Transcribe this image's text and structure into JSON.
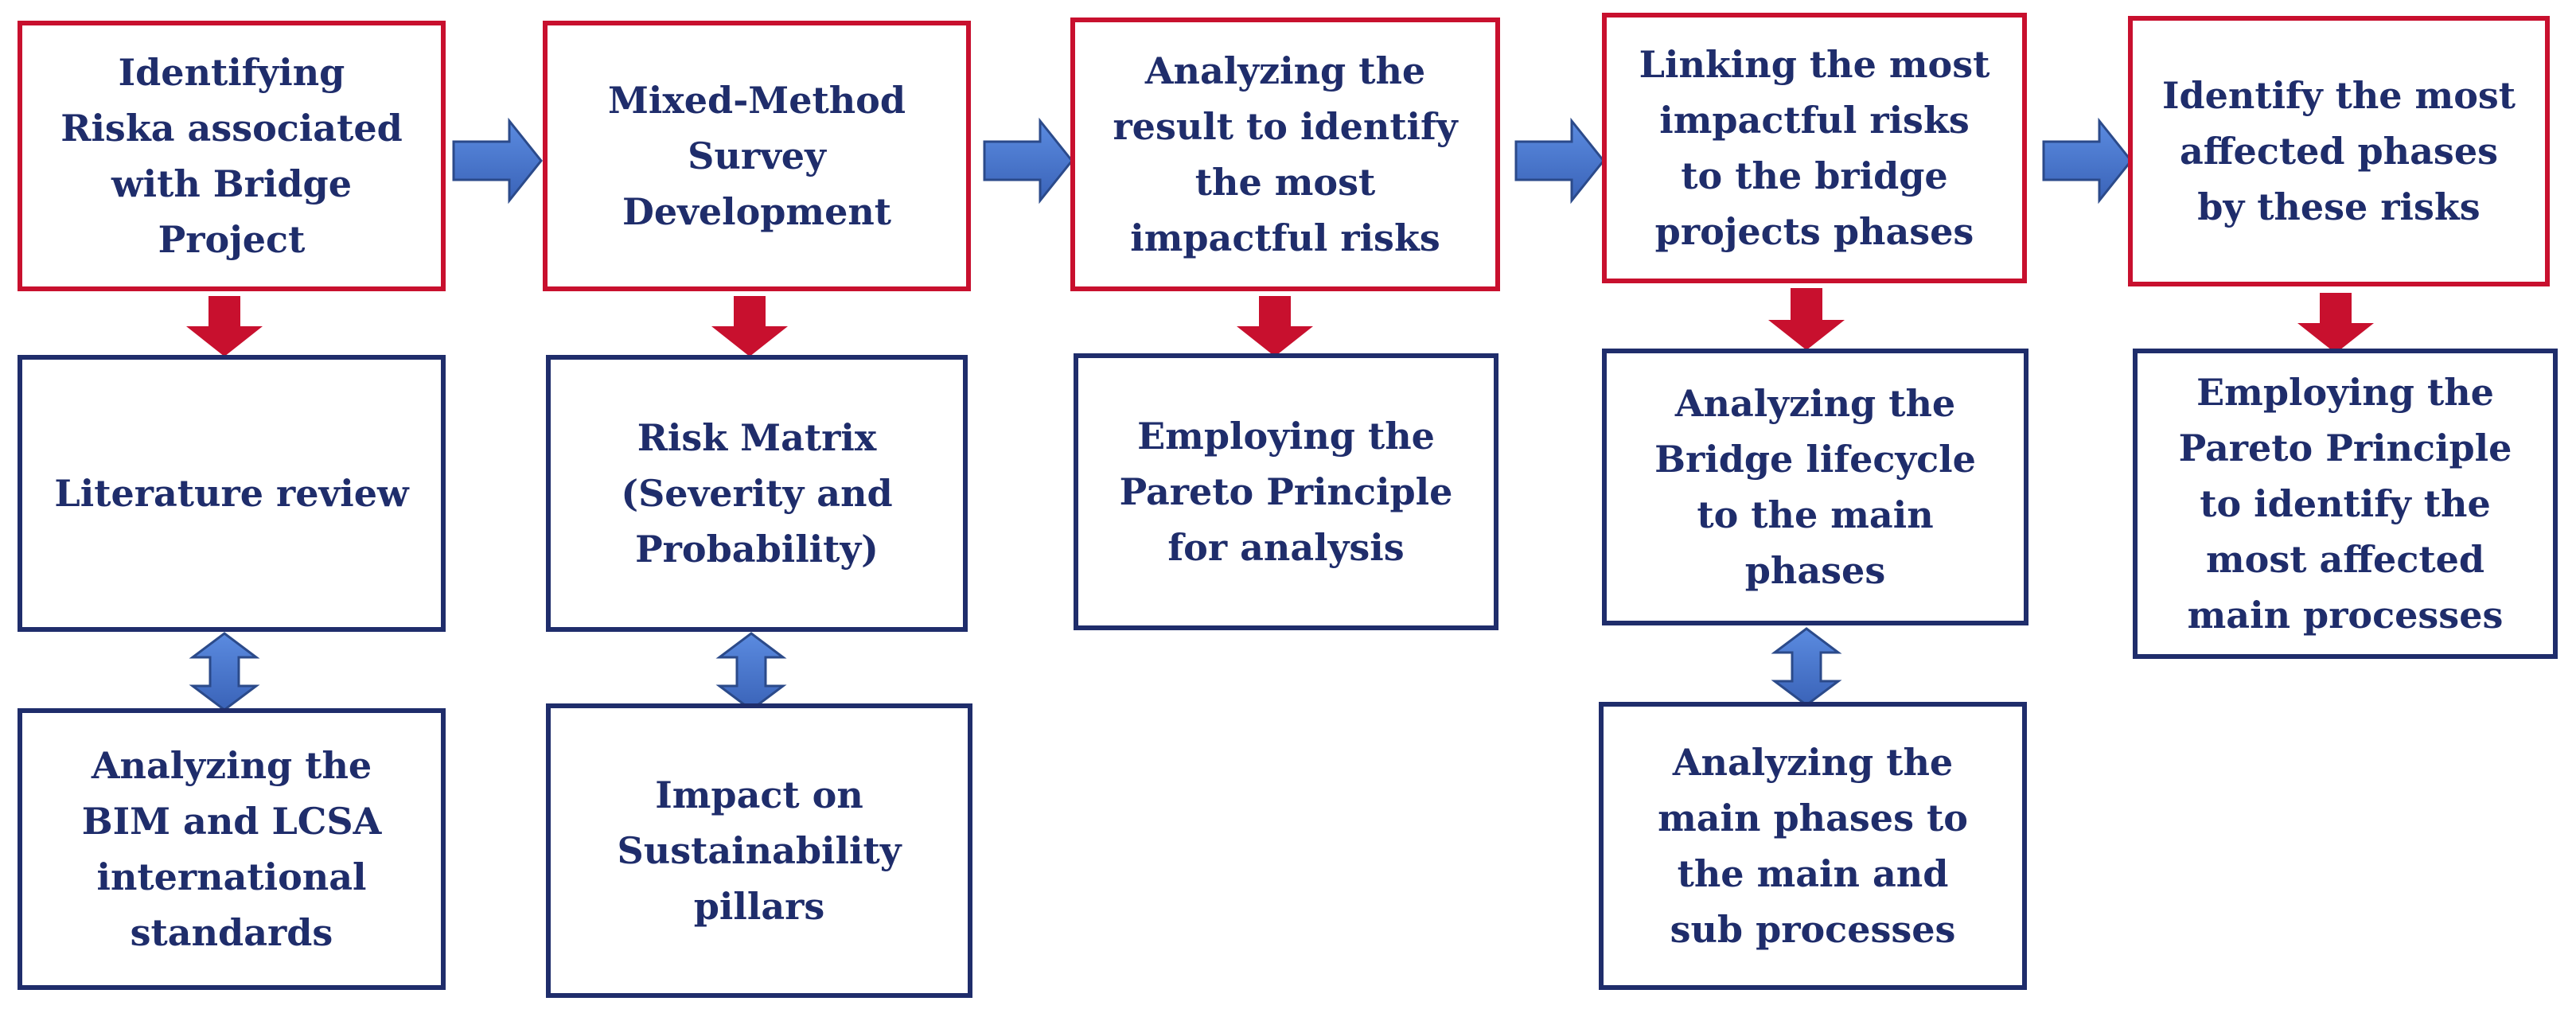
{
  "columns": [
    {
      "step": "Identifying\nRiska associated\nwith Bridge\nProject",
      "method": "Literature review",
      "extra": "Analyzing the\nBIM and LCSA\ninternational\nstandards"
    },
    {
      "step": "Mixed-Method\nSurvey\nDevelopment",
      "method": "Risk Matrix\n(Severity and\nProbability)",
      "extra": "Impact on\nSustainability\npillars"
    },
    {
      "step": "Analyzing the\nresult to identify\nthe most\nimpactful risks",
      "method": "Employing the\nPareto Principle\nfor analysis"
    },
    {
      "step": "Linking the most\nimpactful risks\nto the bridge\nprojects phases",
      "method": "Analyzing the\nBridge lifecycle\nto the main\nphases",
      "extra": "Analyzing the\nmain phases to\nthe main and\nsub processes"
    },
    {
      "step": "Identify the most\naffected phases\nby these risks",
      "method": "Employing the\nPareto Principle\nto identify the\nmost affected\nmain processes"
    }
  ],
  "colors": {
    "step_border": "#c8102e",
    "method_border": "#1f2d6b",
    "text": "#1f2d6b",
    "arrow_right": "#4472c4",
    "arrow_down": "#c8102e",
    "arrow_double": "#4472c4"
  }
}
